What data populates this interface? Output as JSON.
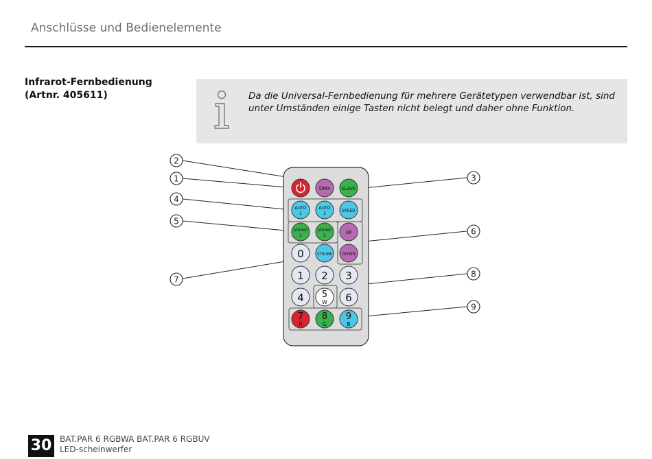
{
  "header": {
    "title": "Anschlüsse und Bedienelemente"
  },
  "section": {
    "title_line1": "Infrarot-Fernbedienung",
    "title_line2": "(Artnr. 405611)"
  },
  "info": {
    "icon": "info-icon",
    "text": "Da die Universal-Fernbedienung für mehrere Gerätetypen verwendbar ist, sind unter Umständen einige Tasten nicht belegt und daher ohne Funktion."
  },
  "remote": {
    "buttons": [
      {
        "id": "power",
        "label": "",
        "sub": "",
        "color": "#d9232f",
        "icon": "power-icon"
      },
      {
        "id": "dmx",
        "label": "DMX",
        "sub": "",
        "color": "#b56ab1"
      },
      {
        "id": "slave",
        "label": "SLAVE",
        "sub": "",
        "color": "#3ab04e"
      },
      {
        "id": "auto1",
        "label": "AUTO",
        "sub": "1",
        "color": "#4cc7e6"
      },
      {
        "id": "auto2",
        "label": "AUTO",
        "sub": "2",
        "color": "#4cc7e6"
      },
      {
        "id": "speed",
        "label": "SPEED",
        "sub": "",
        "color": "#4cc7e6"
      },
      {
        "id": "sound1",
        "label": "SOUND",
        "sub": "1",
        "color": "#3ab04e"
      },
      {
        "id": "sound2",
        "label": "SOUND",
        "sub": "2",
        "color": "#3ab04e"
      },
      {
        "id": "up",
        "label": "UP",
        "sub": "",
        "color": "#b56ab1"
      },
      {
        "id": "zero",
        "label": "0",
        "sub": "",
        "color": "#e3e9f2"
      },
      {
        "id": "strobe",
        "label": "STROBE",
        "sub": "",
        "color": "#4cc7e6"
      },
      {
        "id": "down",
        "label": "DOWN",
        "sub": "",
        "color": "#b56ab1"
      },
      {
        "id": "one",
        "label": "1",
        "sub": "",
        "color": "#e3e9f2"
      },
      {
        "id": "two",
        "label": "2",
        "sub": "",
        "color": "#e3e9f2"
      },
      {
        "id": "three",
        "label": "3",
        "sub": "",
        "color": "#e3e9f2"
      },
      {
        "id": "four",
        "label": "4",
        "sub": "",
        "color": "#e3e9f2"
      },
      {
        "id": "five",
        "label": "5",
        "sub": "W",
        "color": "#ffffff"
      },
      {
        "id": "six",
        "label": "6",
        "sub": "",
        "color": "#e3e9f2"
      },
      {
        "id": "seven",
        "label": "7",
        "sub": "R",
        "color": "#d9232f"
      },
      {
        "id": "eight",
        "label": "8",
        "sub": "G",
        "color": "#3ab04e"
      },
      {
        "id": "nine",
        "label": "9",
        "sub": "B",
        "color": "#4cc7e6"
      }
    ],
    "callouts": [
      "1",
      "2",
      "3",
      "4",
      "5",
      "6",
      "7",
      "8",
      "9"
    ]
  },
  "footer": {
    "page_number": "30",
    "line1": "BAT.PAR 6 RGBWA BAT.PAR 6 RGBUV",
    "line2": "LED-scheinwerfer"
  }
}
